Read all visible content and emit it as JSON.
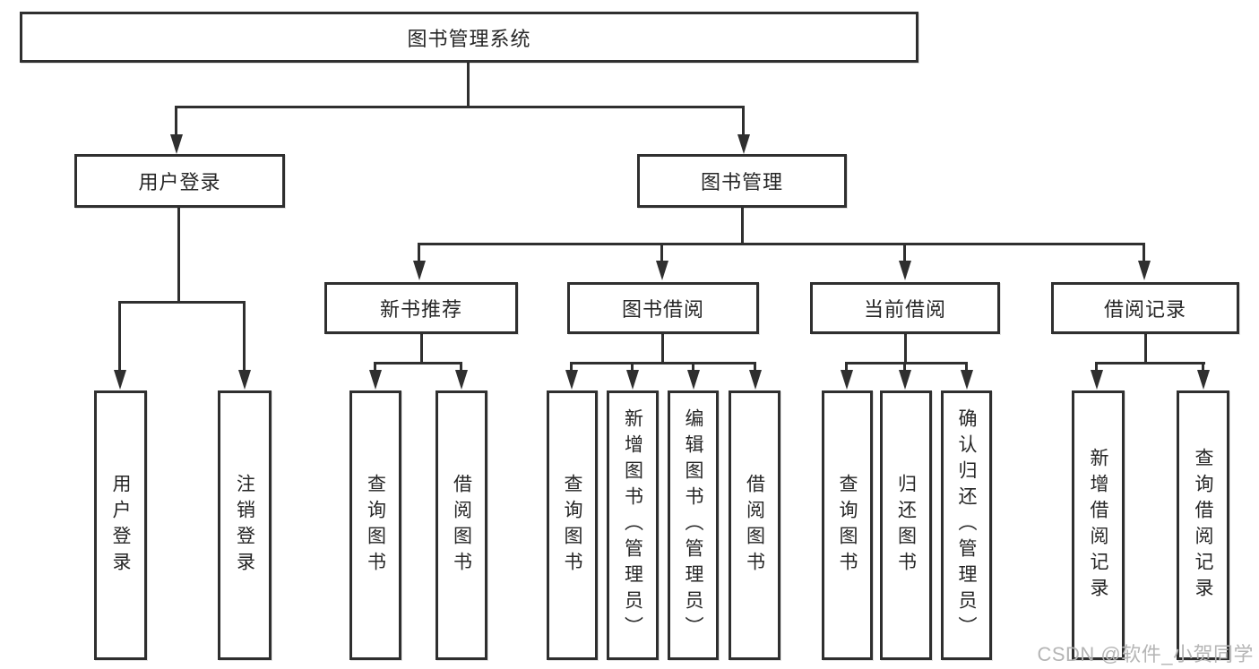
{
  "nodes": {
    "root": "图书管理系统",
    "userLogin": "用户登录",
    "bookMgmt": "图书管理",
    "newBookRec": "新书推荐",
    "bookBorrow": "图书借阅",
    "currentBorrow": "当前借阅",
    "borrowRecords": "借阅记录",
    "leafLogin": "用户登录",
    "leafLogout": "注销登录",
    "leafQueryBooks1": "查询图书",
    "leafBorrowBooks1": "借阅图书",
    "leafQueryBooks2": "查询图书",
    "leafAddBookAdmin": "新增图书（管理员）",
    "leafEditBookAdmin": "编辑图书（管理员）",
    "leafBorrowBooks2": "借阅图书",
    "leafQueryBooks3": "查询图书",
    "leafReturnBook": "归还图书",
    "leafConfirmReturnAdmin": "确认归还（管理员）",
    "leafAddBorrowRecord": "新增借阅记录",
    "leafQueryBorrowRecord": "查询借阅记录"
  },
  "watermark": "CSDN @软件_小贺同学",
  "colors": {
    "line": "#2f2f2f",
    "text": "#262626",
    "watermark": "#b5b5b5",
    "background": "#ffffff"
  }
}
